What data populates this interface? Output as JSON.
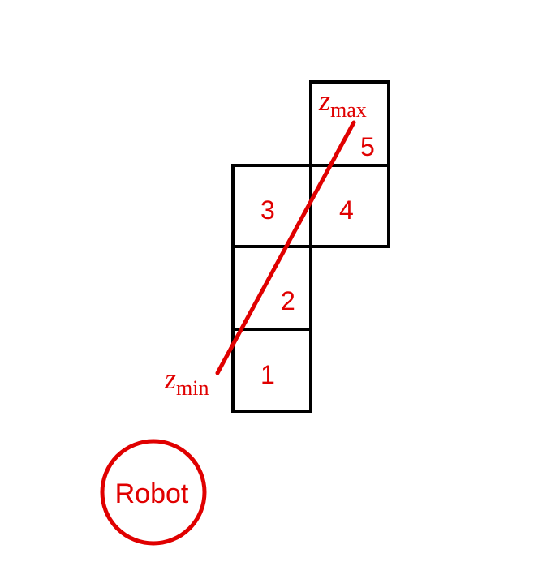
{
  "cells": [
    {
      "id": "1",
      "label": "1"
    },
    {
      "id": "2",
      "label": "2"
    },
    {
      "id": "3",
      "label": "3"
    },
    {
      "id": "4",
      "label": "4"
    },
    {
      "id": "5",
      "label": "5"
    }
  ],
  "beam": {
    "min_var": "z",
    "min_sub": "min",
    "max_var": "z",
    "max_sub": "max"
  },
  "robot": {
    "label": "Robot"
  },
  "colors": {
    "accent": "#e00000",
    "grid": "#000000"
  }
}
